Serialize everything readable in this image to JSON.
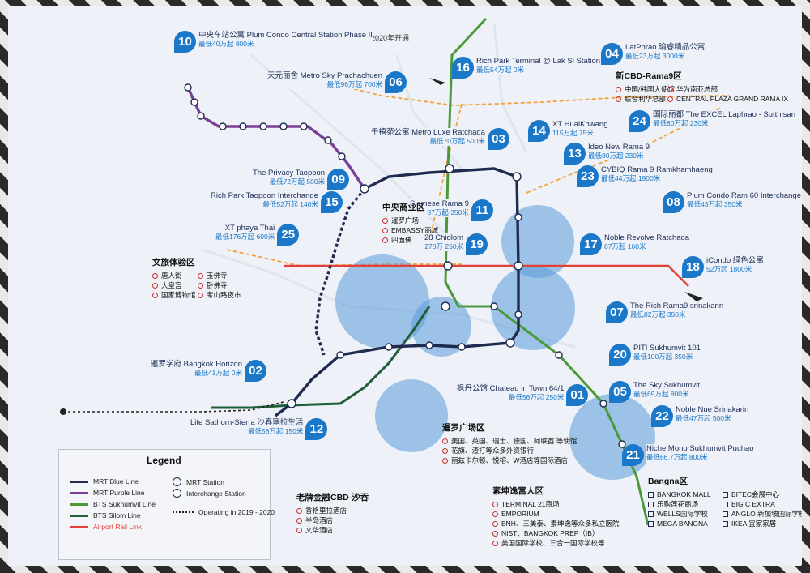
{
  "map": {
    "open_note": "2020年开通",
    "colors": {
      "mrt_blue": "#1f2a4f",
      "mrt_purple": "#7a3f96",
      "bts_sukhumvit": "#4a9a3a",
      "bts_silom": "#1f5f3a",
      "airport_rail": "#e2413a",
      "orange_planned": "#f2a23c",
      "pin": "#1b77c8",
      "circle": "#5b9bd8"
    },
    "markers": [
      {
        "num": "10",
        "name": "中央车站公寓 Plum Condo Central Station Phase II",
        "price": "最低40万起 800米"
      },
      {
        "num": "06",
        "name": "天元丽舍 Metro Sky Prachachuen",
        "price": "最低96万起 700米"
      },
      {
        "num": "16",
        "name": "Rich Park Terminal @ Lak Si Station",
        "price": "最低54万起 0米"
      },
      {
        "num": "04",
        "name": "LatPhrao 瑜睿精品公寓",
        "price": "最低23万起 3000米"
      },
      {
        "num": "03",
        "name": "千禧苑公寓 Metro Luxe Ratchada",
        "price": "最低70万起 500米"
      },
      {
        "num": "14",
        "name": "XT HuaiKhwang",
        "price": "115万起 75米"
      },
      {
        "num": "24",
        "name": "国际丽都 The EXCEL Laphrao - Sutthisan",
        "price": "最低80万起 230米"
      },
      {
        "num": "13",
        "name": "Ideo New Rama 9",
        "price": "最低80万起 230米"
      },
      {
        "num": "23",
        "name": "CYBIQ Rama 9 Ramkhamhaeng",
        "price": "最低44万起 1900米"
      },
      {
        "num": "09",
        "name": "The Privacy Taopoon",
        "price": "最低72万起 500米"
      },
      {
        "num": "15",
        "name": "Rich Park Taopoon Interchange",
        "price": "最低52万起 140米"
      },
      {
        "num": "11",
        "name": "Siamese Rama 9",
        "price": "87万起 350米"
      },
      {
        "num": "08",
        "name": "Plum Condo Ram 60 Interchange",
        "price": "最低43万起 350米"
      },
      {
        "num": "25",
        "name": "XT phaya Thai",
        "price": "最低176万起 600米"
      },
      {
        "num": "19",
        "name": "28 Chidlom",
        "price": "278万 250米"
      },
      {
        "num": "17",
        "name": "Noble Revolve Ratchada",
        "price": "87万起 160米"
      },
      {
        "num": "18",
        "name": "iCondo 绿色公寓",
        "price": "52万起 1800米"
      },
      {
        "num": "07",
        "name": "The Rich Rama9 srinakarin",
        "price": "最低82万起 350米"
      },
      {
        "num": "20",
        "name": "PITI Sukhumvit 101",
        "price": "最低100万起 350米"
      },
      {
        "num": "02",
        "name": "暹罗学府 Bangkok Horizon",
        "price": "最低41万起 0米"
      },
      {
        "num": "01",
        "name": "枫丹公馆 Chateau in Town 64/1",
        "price": "最低56万起 250米"
      },
      {
        "num": "05",
        "name": "The Sky Sukhumvit",
        "price": "最低69万起 800米"
      },
      {
        "num": "22",
        "name": "Noble Nue Srinakarin",
        "price": "最低47万起 500米"
      },
      {
        "num": "12",
        "name": "Life Sathorn-Sierra 沙春塞拉生活",
        "price": "最低58万起 150米"
      },
      {
        "num": "21",
        "name": "Niche Mono Sukhumvit Puchao",
        "price": "最低66.7万起 800米"
      }
    ],
    "districts": {
      "rama9": {
        "title": "新CBD-Rama9区",
        "items": [
          "中国/韩国大使馆",
          "华为南亚总部",
          "联合利华总部",
          "CENTRAL PLAZA GRAND RAMA IX"
        ]
      },
      "cbd": {
        "title": "中央商业区",
        "items": [
          "暹罗广场",
          "EMBASSY商城",
          "四面佛"
        ]
      },
      "culture": {
        "title": "文旅体验区",
        "items": [
          "唐人街",
          "玉佛寺",
          "大皇宫",
          "卧佛寺",
          "国家博物馆",
          "考山路夜市"
        ]
      },
      "siam": {
        "title": "暹罗广场区",
        "items": [
          "美国、英国、瑞士、德国、阿联酋 等使馆",
          "花旗、渣打等众多外资银行",
          "丽兹卡尔顿、悦榕、W酒店等国际酒店"
        ]
      },
      "oldcbd": {
        "title": "老牌金融CBD-沙吞",
        "items": [
          "香格里拉酒店",
          "半岛酒店",
          "文华酒店"
        ]
      },
      "sukhumvit": {
        "title": "素坤逸富人区",
        "items": [
          "TERMINAL 21商场",
          "EMPORIUM",
          "BNH、三美泰、素坤逸等众多私立医院",
          "NIST、BANGKOK PREP（IB）",
          "美国国际学校、三合一国际学校等"
        ]
      },
      "bangna": {
        "title": "Bangna区",
        "items": [
          "BANGKOK MALL",
          "BITEC会展中心",
          "乐购莲花商场",
          "BIG C EXTRA",
          "WELLS国际学校",
          "ANGLO 新加坡国际学校",
          "MEGA BANGNA",
          "IKEA 宜家家居"
        ]
      }
    },
    "legend": {
      "title": "Legend",
      "lines": [
        "MRT Blue Line",
        "MRT Purple Line",
        "BTS Sukhumvit Line",
        "BTS Silom Line",
        "Airport Rail Link"
      ],
      "mrt_station": "MRT Station",
      "interchange": "Interchange Station",
      "operating": "Operating in 2019 - 2020"
    }
  }
}
